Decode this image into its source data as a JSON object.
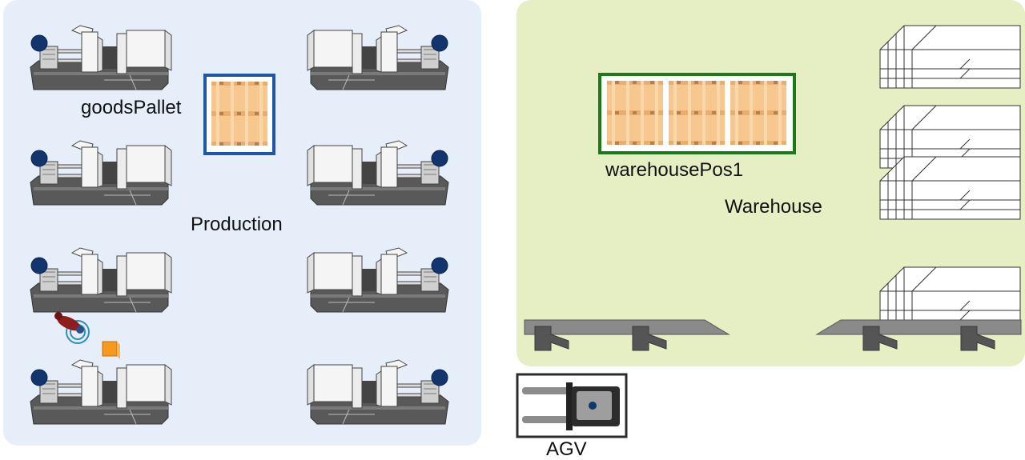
{
  "colors": {
    "production_zone": "#e6eff9",
    "warehouse_zone": "#e6efc4",
    "goods_pallet_border": "#1e56a8",
    "warehouse_pos_border": "#1a7a1a",
    "pallet_wood": "#f6c890",
    "pallet_nail": "#b5804b",
    "machine_dark": "#595959",
    "machine_accent": "#12356e",
    "agv_body": "#2c2c2c",
    "worker_red": "#8e1d1d",
    "worker_ring": "#2a8fbf",
    "carried_box": "#f59a1c"
  },
  "labels": {
    "goods_pallet": "goodsPallet",
    "production": "Production",
    "warehouse_pos": "warehousePos1",
    "warehouse": "Warehouse",
    "agv": "AGV"
  },
  "icons": {
    "machine": "injection-molding-machine-icon",
    "pallet": "pallet-icon",
    "rack": "storage-rack-icon",
    "conveyor": "conveyor-icon",
    "agv": "agv-forklift-icon",
    "worker": "worker-icon",
    "box": "box-icon"
  }
}
